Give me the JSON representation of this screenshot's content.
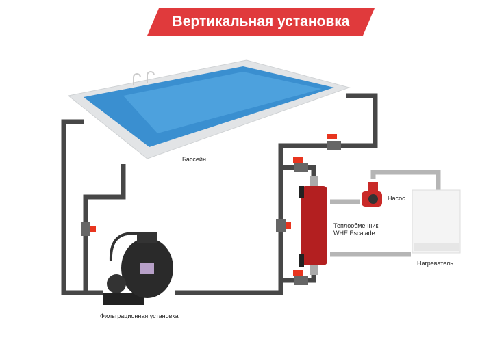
{
  "title": "Вертикальная установка",
  "labels": {
    "pool": "Бассейн",
    "filter": "Фильтрационная установка",
    "pump": "Насос",
    "exchanger_line1": "Теплообменник",
    "exchanger_line2": "WHE Escalade",
    "heater": "Нагреватель"
  },
  "colors": {
    "banner": "#e03a3c",
    "pipe": "#474747",
    "secondary_pipe": "#b5b5b5",
    "valve": "#e8351f",
    "exchanger": "#b31f20",
    "water": "#3a8fd0"
  }
}
